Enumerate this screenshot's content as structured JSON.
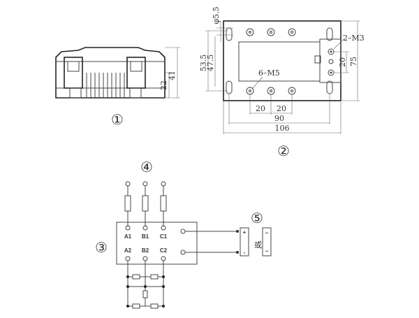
{
  "labels": {
    "circle1": "①",
    "circle2": "②",
    "circle3": "③",
    "circle4": "④",
    "circle5": "⑤"
  },
  "side_view": {
    "dim_height_total": "41",
    "dim_height_body": "22"
  },
  "top_view": {
    "dim_hole": "φ5.5",
    "dim_2m3": "2–M3",
    "dim_53_5": "53.5",
    "dim_47_5": "47.5",
    "dim_6m5": "6–M5",
    "dim_20_right": "20",
    "dim_75": "75",
    "dim_20_a": "20",
    "dim_20_b": "20",
    "dim_90": "90",
    "dim_106": "106"
  },
  "wiring": {
    "terminals_top": [
      "A1",
      "B1",
      "C1"
    ],
    "terminals_bottom": [
      "A2",
      "B2",
      "C2"
    ],
    "control_plus": "+",
    "control_minus": "-",
    "or_text": "或",
    "ac_symbol_top": "~",
    "ac_symbol_bottom": "~"
  }
}
